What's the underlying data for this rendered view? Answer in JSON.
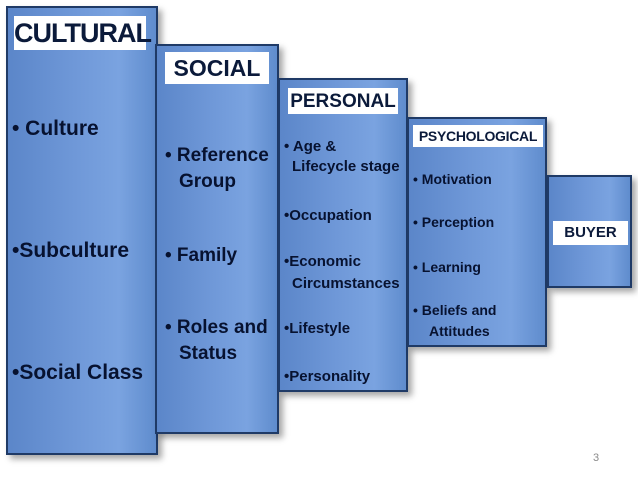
{
  "diagram": {
    "cultural": {
      "title": "CULTURAL",
      "items": [
        "• Culture",
        "•Subculture",
        "•Social Class"
      ]
    },
    "social": {
      "title": "SOCIAL",
      "items": [
        "• Reference",
        "Group",
        "•  Family",
        "• Roles and",
        "Status"
      ]
    },
    "personal": {
      "title": "PERSONAL",
      "items": [
        "• Age &",
        "Lifecycle stage",
        "•Occupation",
        "•Economic",
        "Circumstances",
        "•Lifestyle",
        "•Personality"
      ]
    },
    "psychological": {
      "title": "PSYCHOLOGICAL",
      "items": [
        "• Motivation",
        "• Perception",
        "• Learning",
        "•  Beliefs and",
        "Attitudes"
      ]
    },
    "buyer": {
      "title": "BUYER"
    }
  },
  "slide": {
    "page_number": "3"
  }
}
